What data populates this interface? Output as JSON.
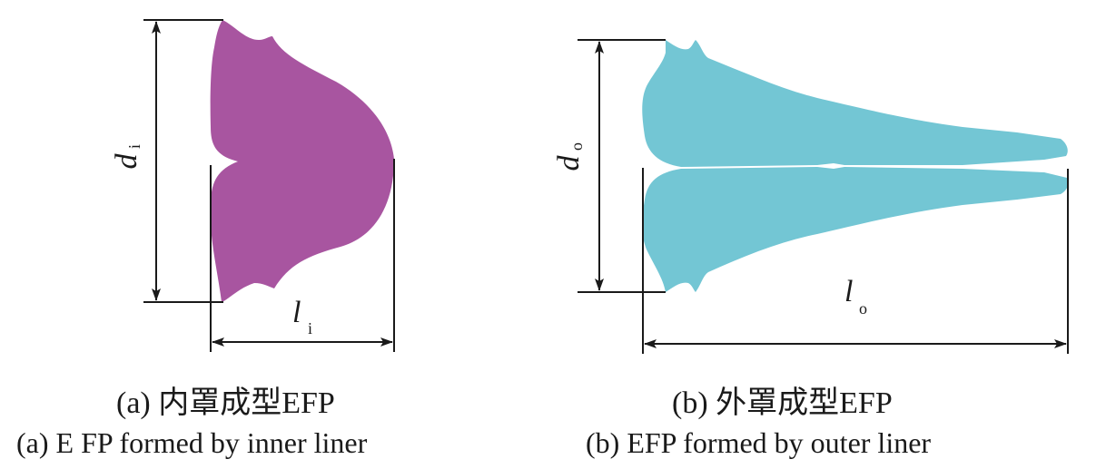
{
  "colors": {
    "inner_liner_efp": "#a855a0",
    "outer_liner_efp": "#73c6d4",
    "dimension_lines": "#1a1a1a"
  },
  "panel_a": {
    "diameter_label": "d",
    "diameter_subscript": "i",
    "length_label": "l",
    "length_subscript": "i",
    "caption_cn": "(a) 内罩成型EFP",
    "caption_en": "(a) E FP formed by inner liner"
  },
  "panel_b": {
    "diameter_label": "d",
    "diameter_subscript": "o",
    "length_label": "l",
    "length_subscript": "o",
    "caption_cn": "(b) 外罩成型EFP",
    "caption_en": "(b) EFP formed by outer liner"
  }
}
